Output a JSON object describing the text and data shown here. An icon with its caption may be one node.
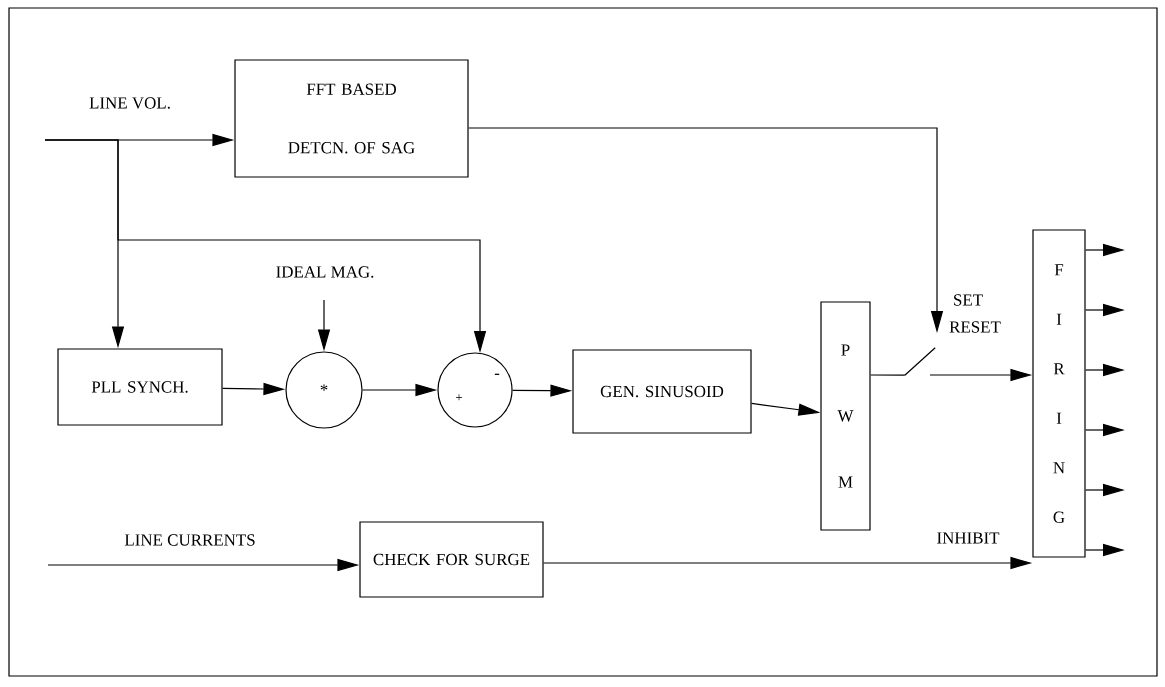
{
  "diagram": {
    "nodes": [
      {
        "text": [
          "FFT BASED",
          "DETCN. OF SAG"
        ]
      },
      {
        "text": [
          "PLL SYNCH."
        ]
      },
      {
        "text": [
          "*"
        ]
      },
      {
        "text": [
          "-",
          "+"
        ]
      },
      {
        "text": [
          "GEN. SINUSOID"
        ]
      },
      {
        "text": [
          "P",
          "W",
          "M"
        ]
      },
      {
        "text": [
          "F",
          "I",
          "R",
          "I",
          "N",
          "G"
        ]
      },
      {
        "text": [
          "CHECK FOR SURGE"
        ]
      },
      {
        "text": [],
        "shape": "switch"
      }
    ],
    "edges": [
      {
        "from": null,
        "to": 0,
        "arrow": "to"
      },
      {
        "from": null,
        "to": 1,
        "arrow": "to"
      },
      {
        "from": null,
        "to": 3,
        "arrow": "to"
      },
      {
        "from": null,
        "to": 2,
        "arrow": "to"
      },
      {
        "from": 1,
        "to": 2,
        "arrow": "to"
      },
      {
        "from": 2,
        "to": 3,
        "arrow": "to"
      },
      {
        "from": 3,
        "to": 4,
        "arrow": "to"
      },
      {
        "from": 4,
        "to": 5,
        "arrow": "to"
      },
      {
        "from": 5,
        "to": 8,
        "arrow": "none"
      },
      {
        "from": 0,
        "to": 8,
        "arrow": "to"
      },
      {
        "from": 8,
        "to": 6,
        "arrow": "to"
      },
      {
        "from": null,
        "to": 7,
        "arrow": "to"
      },
      {
        "from": 7,
        "to": 6,
        "arrow": "to",
        "label": "INHIBIT"
      },
      {
        "from": 6,
        "to": null,
        "arrow": "to"
      },
      {
        "from": 6,
        "to": null,
        "arrow": "to"
      },
      {
        "from": 6,
        "to": null,
        "arrow": "to"
      },
      {
        "from": 6,
        "to": null,
        "arrow": "to"
      },
      {
        "from": 6,
        "to": null,
        "arrow": "to"
      },
      {
        "from": 6,
        "to": null,
        "arrow": "to"
      }
    ],
    "labels": [
      "LINE VOL.",
      "IDEAL MAG.",
      "SET",
      "RESET",
      "LINE CURRENTS"
    ]
  }
}
